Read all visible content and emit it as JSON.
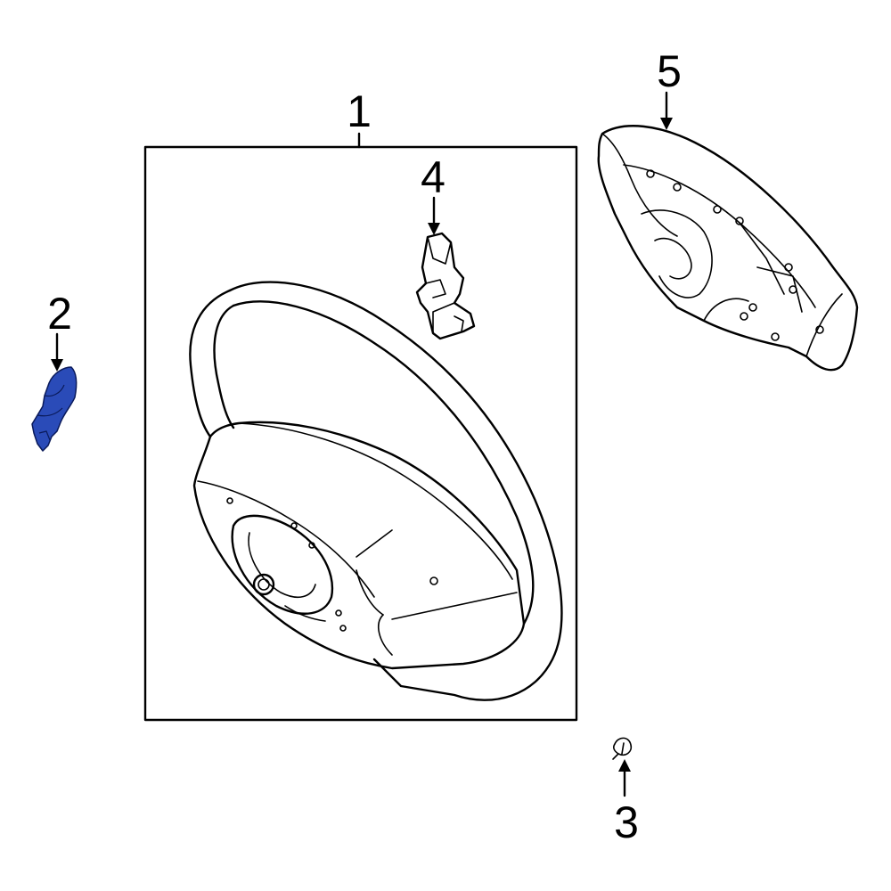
{
  "diagram": {
    "callouts": [
      {
        "id": "1",
        "label": "1",
        "part": "steering-wheel-assembly"
      },
      {
        "id": "2",
        "label": "2",
        "part": "highlighted-part",
        "highlighted": true
      },
      {
        "id": "3",
        "label": "3",
        "part": "small-fastener"
      },
      {
        "id": "4",
        "label": "4",
        "part": "clip-bracket"
      },
      {
        "id": "5",
        "label": "5",
        "part": "airbag-cover-module"
      }
    ],
    "colors": {
      "highlight": "#2a4bb8",
      "outline": "#000000",
      "background": "#ffffff"
    }
  }
}
